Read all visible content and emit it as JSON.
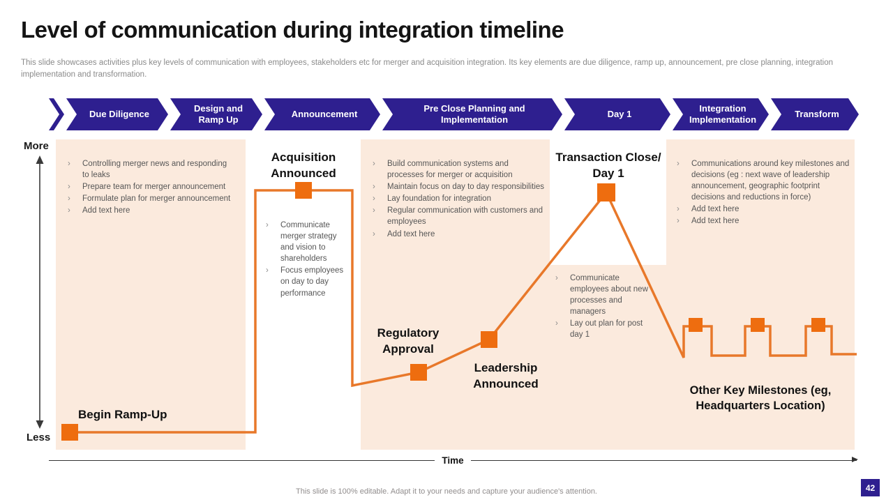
{
  "slide": {
    "title": "Level of communication during integration timeline",
    "subtitle": "This slide showcases activities plus key levels of communication with employees, stakeholders etc for merger and acquisition integration. Its key elements are due diligence, ramp up, announcement, pre close planning, integration implementation and transformation.",
    "footer": "This slide is 100% editable.  Adapt it to your needs and capture your audience's attention.",
    "page_number": "42"
  },
  "banner": {
    "stages": [
      {
        "label": "Due Diligence"
      },
      {
        "label": "Design and Ramp Up"
      },
      {
        "label": "Announcement"
      },
      {
        "label": "Pre Close Planning and Implementation"
      },
      {
        "label": "Day 1"
      },
      {
        "label": "Integration Implementation"
      },
      {
        "label": "Transform"
      }
    ]
  },
  "axis": {
    "y_top": "More",
    "y_bottom": "Less",
    "x_label": "Time"
  },
  "milestones": {
    "begin_ramp_up": "Begin Ramp-Up",
    "acquisition_announced": "Acquisition Announced",
    "regulatory_approval": "Regulatory Approval",
    "leadership_announced": "Leadership Announced",
    "transaction_close": "Transaction Close/ Day 1",
    "other_key_milestones": "Other Key Milestones (eg, Headquarters Location)"
  },
  "blocks": {
    "due_diligence": {
      "items": [
        "Controlling merger news and responding to leaks",
        "Prepare team for merger announcement",
        "Formulate plan for merger announcement",
        "Add text here"
      ]
    },
    "announcement": {
      "items": [
        "Communicate merger strategy and vision to shareholders",
        "Focus employees on day to day performance"
      ]
    },
    "pre_close": {
      "items": [
        "Build communication systems and processes for merger or acquisition",
        "Maintain focus on day to day responsibilities",
        "Lay foundation for integration",
        "Regular communication with customers and employees",
        "Add text here"
      ]
    },
    "day1": {
      "items": [
        "Communicate employees about new processes and managers",
        "Lay out plan for post day 1"
      ]
    },
    "integration": {
      "items": [
        "Communications around key milestones and decisions (eg : next wave  of leadership announcement, geographic footprint decisions and reductions in force)",
        "Add text here",
        "Add text here"
      ]
    }
  },
  "colors": {
    "banner_blue": "#2e1f8f",
    "panel_peach": "#fbeadd",
    "line_orange": "#e8782a",
    "marker_orange": "#ee6d0f"
  }
}
